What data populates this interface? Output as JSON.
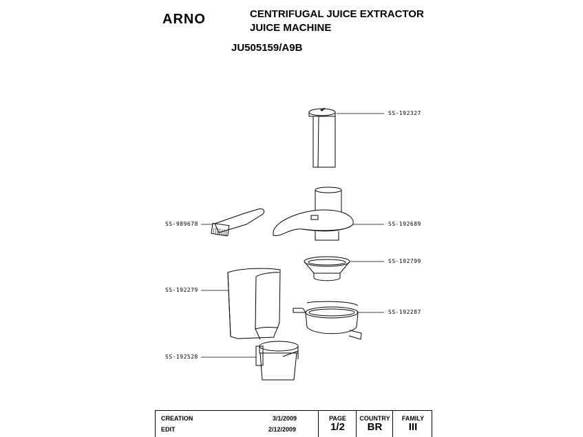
{
  "header": {
    "brand": "ARNO",
    "title_line1": "CENTRIFUGAL JUICE EXTRACTOR",
    "title_line2": "JUICE MACHINE",
    "model": "JU505159/A9B"
  },
  "parts": {
    "pusher": "SS-192327",
    "lid": "SS-192689",
    "filter": "SS-192799",
    "bowl": "SS-192287",
    "brush": "SS-989678",
    "pulp_container": "SS-192279",
    "juice_jug": "SS-192528"
  },
  "footer": {
    "creation_label": "CREATION",
    "creation_date": "3/1/2009",
    "edit_label": "EDIT",
    "edit_date": "2/12/2009",
    "page_label": "PAGE",
    "page_value": "1/2",
    "country_label": "COUNTRY",
    "country_value": "BR",
    "family_label": "FAMILY",
    "family_value": "III"
  }
}
